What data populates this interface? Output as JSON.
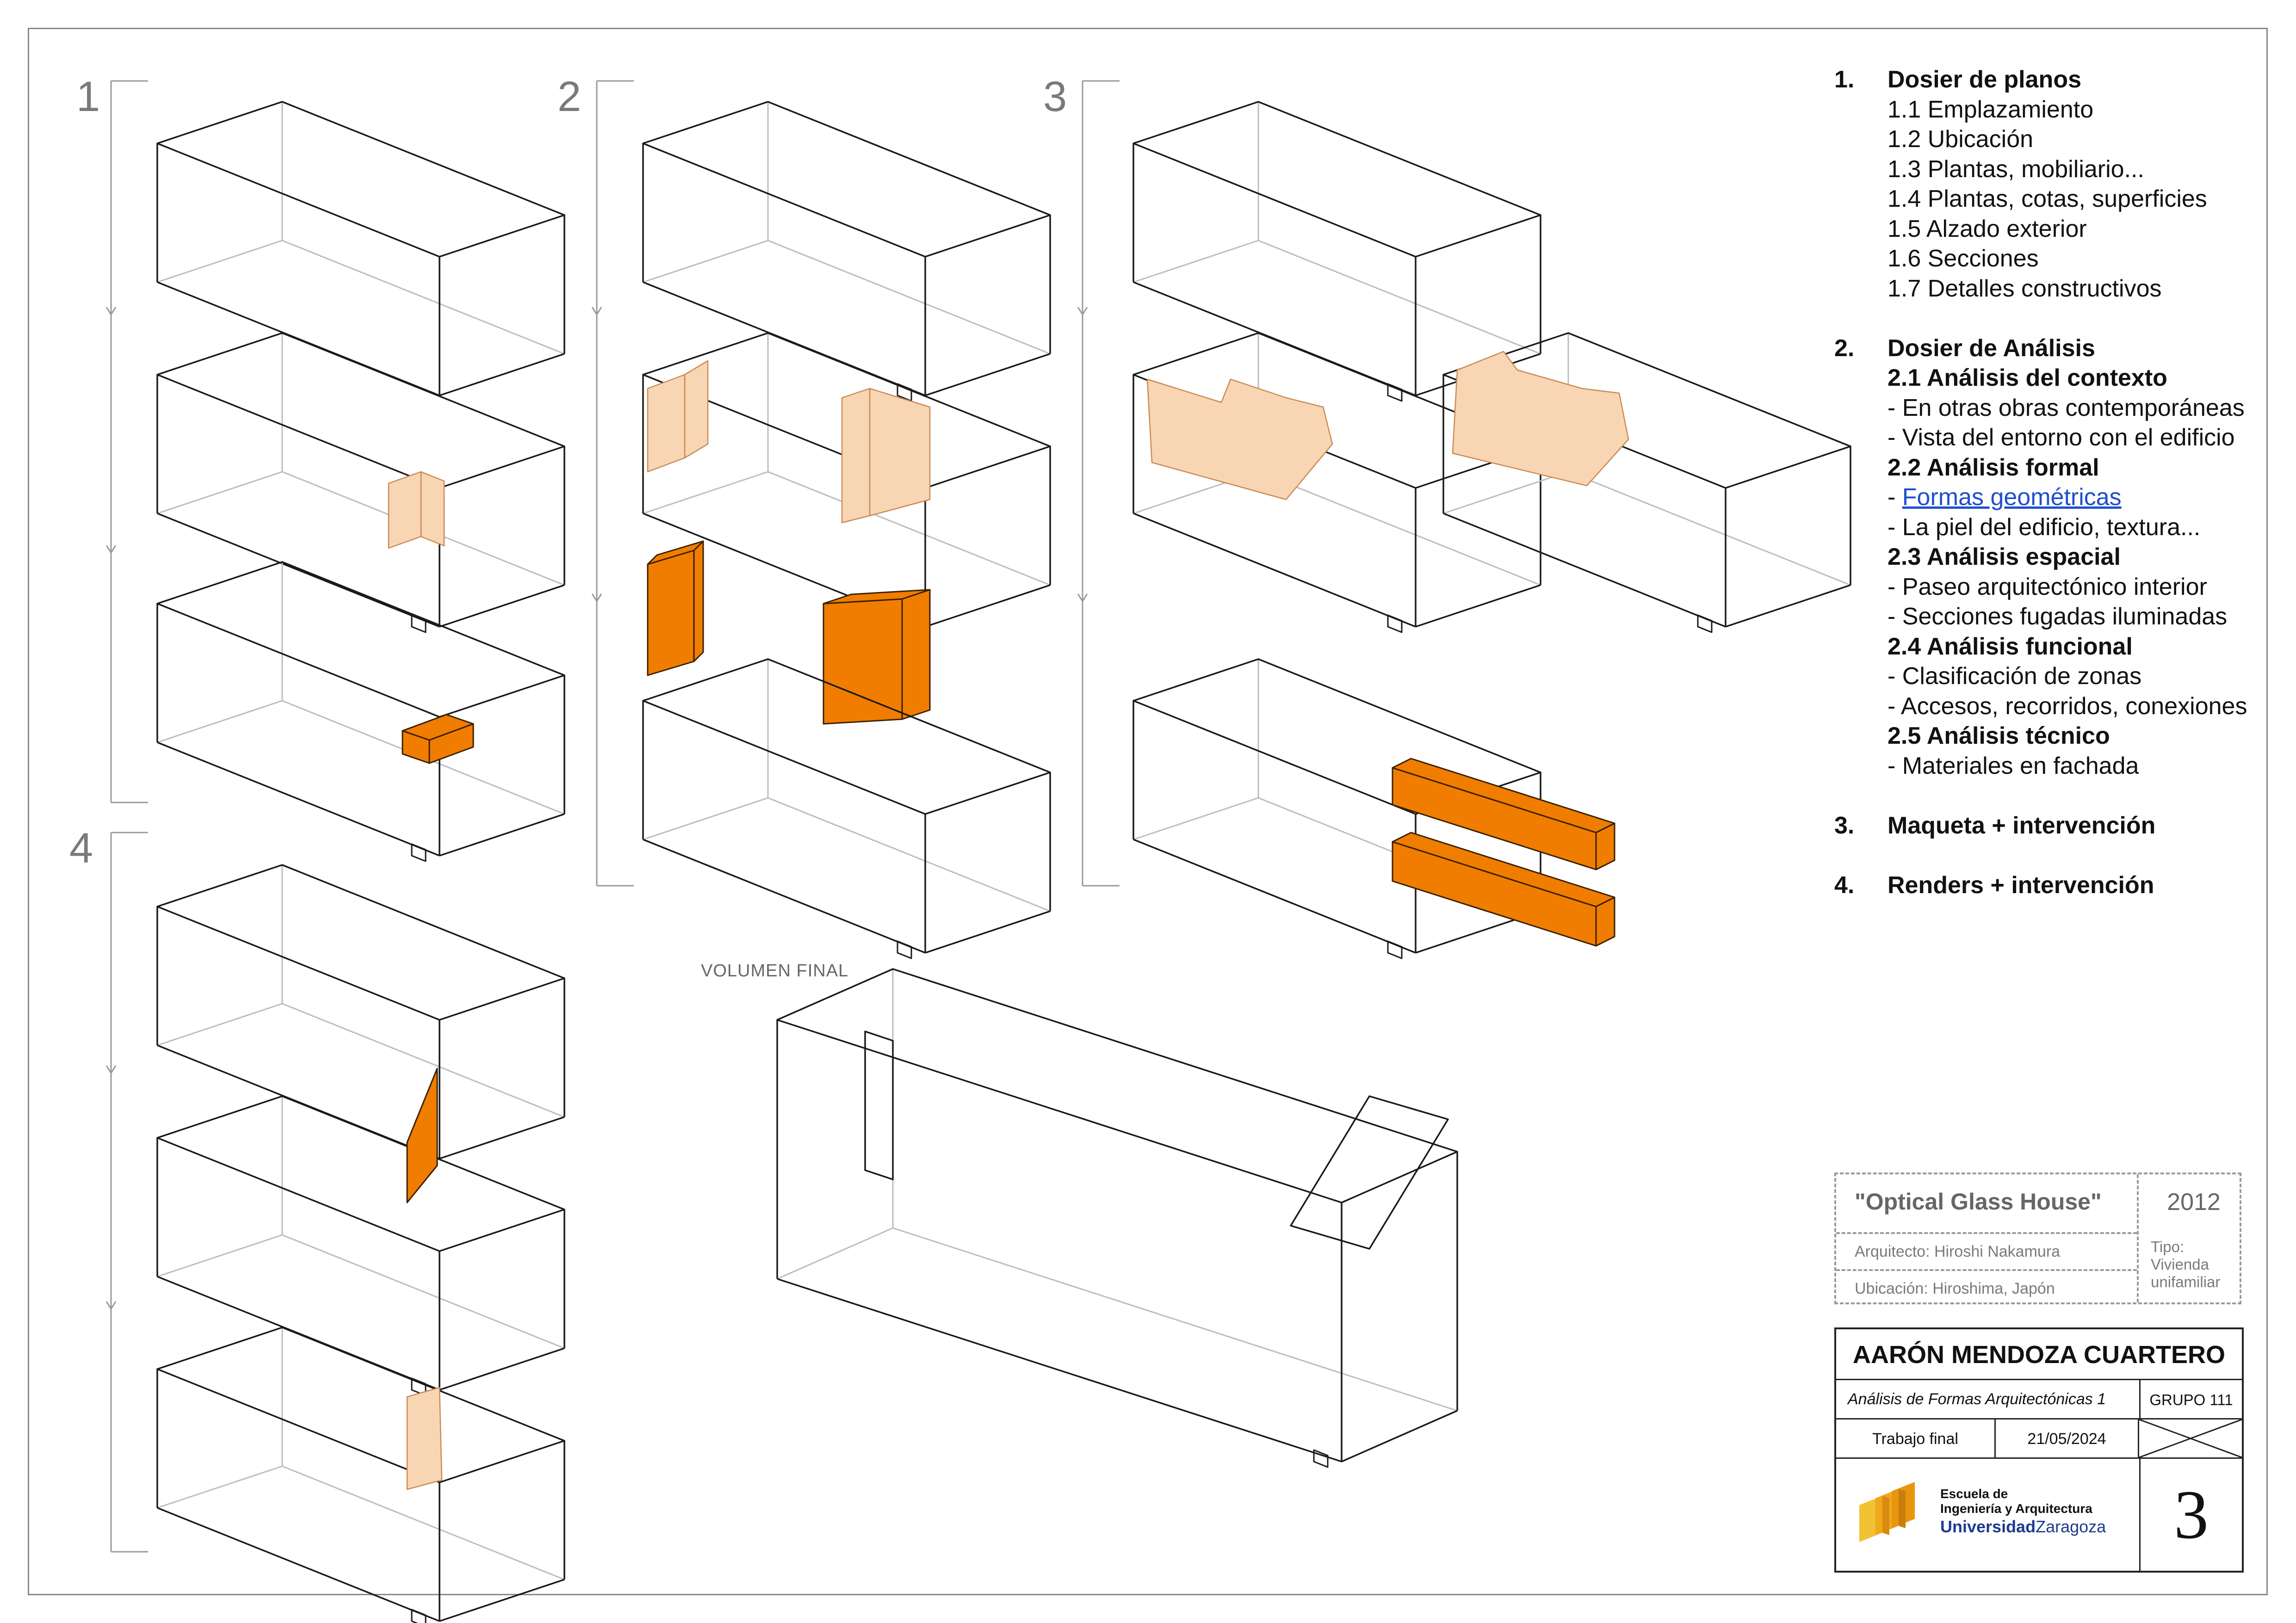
{
  "diagram": {
    "step_numbers": [
      "1",
      "2",
      "3",
      "4"
    ],
    "final_label": "VOLUMEN FINAL",
    "colors": {
      "line": "#1a1a1a",
      "light_line": "#bdbdbd",
      "solid_fill": "#f07d00",
      "ghost_fill": "#f8d6b3",
      "bracket": "#9a9a9a"
    }
  },
  "index": {
    "sections": [
      {
        "num": "1.",
        "title": "Dosier de planos",
        "items": [
          {
            "text": "1.1 Emplazamiento"
          },
          {
            "text": "1.2 Ubicación"
          },
          {
            "text": "1.3 Plantas, mobiliario..."
          },
          {
            "text": "1.4 Plantas, cotas, superficies"
          },
          {
            "text": "1.5 Alzado exterior"
          },
          {
            "text": "1.6 Secciones"
          },
          {
            "text": "1.7 Detalles constructivos"
          }
        ]
      },
      {
        "num": "2.",
        "title": "Dosier de Análisis",
        "items": [
          {
            "text": "2.1 Análisis del contexto",
            "type": "sub"
          },
          {
            "text": "- En otras obras contemporáneas"
          },
          {
            "text": "- Vista del entorno con el edificio"
          },
          {
            "text": "2.2 Análisis formal",
            "type": "sub"
          },
          {
            "text": "- ",
            "link": "Formas geométricas"
          },
          {
            "text": "- La piel del edificio, textura..."
          },
          {
            "text": "2.3 Análisis espacial",
            "type": "sub"
          },
          {
            "text": "- Paseo arquitectónico interior"
          },
          {
            "text": "- Secciones fugadas iluminadas"
          },
          {
            "text": "2.4 Análisis funcional",
            "type": "sub"
          },
          {
            "text": "- Clasificación de zonas"
          },
          {
            "text": "- Accesos, recorridos, conexiones"
          },
          {
            "text": "2.5 Análisis técnico",
            "type": "sub"
          },
          {
            "text": "- Materiales en fachada"
          }
        ]
      },
      {
        "num": "3.",
        "title": "Maqueta + intervención",
        "items": []
      },
      {
        "num": "4.",
        "title": "Renders + intervención",
        "items": []
      }
    ]
  },
  "project": {
    "title": "\"Optical Glass House\"",
    "year": "2012",
    "architect": "Arquitecto: Hiroshi Nakamura",
    "location": "Ubicación: Hiroshima, Japón",
    "type": "Tipo: Vivienda unifamiliar"
  },
  "author": {
    "name": "AARÓN MENDOZA CUARTERO",
    "subject": "Análisis de Formas Arquitectónicas 1",
    "group": "GRUPO 111",
    "work": "Trabajo final",
    "date": "21/05/2024",
    "school_line1": "Escuela de",
    "school_line2": "Ingeniería y Arquitectura",
    "university_bold": "Universidad",
    "university_rest": "Zaragoza",
    "sheet": "3"
  }
}
